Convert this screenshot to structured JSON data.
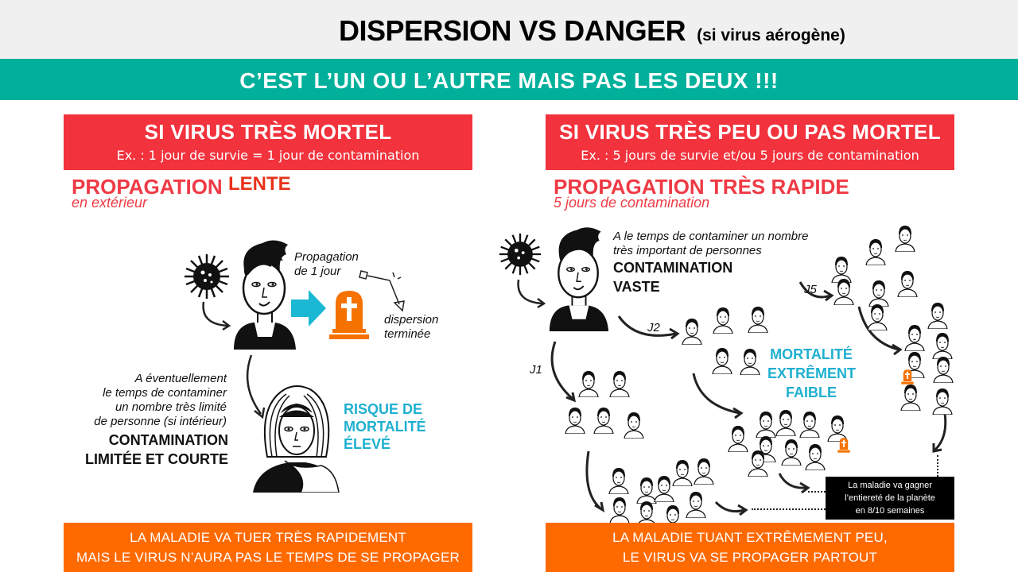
{
  "header": {
    "title": "DISPERSION VS DANGER",
    "subtitle": "(si virus aérogène)",
    "banner": "C’EST L’UN OU L’AUTRE MAIS PAS LES DEUX !!!"
  },
  "left_panel": {
    "heading": "SI VIRUS TRÈS MORTEL",
    "example": "Ex. : 1 jour de survie = 1 jour de contamination",
    "propagation": "PROPAGATION",
    "propagation_speed": "LENTE",
    "propagation_sub": "en extérieur",
    "propagation_note_line1": "Propagation",
    "propagation_note_line2": "de 1 jour",
    "dispersion_line1": "dispersion",
    "dispersion_line2": "terminée",
    "contamination_note": [
      "A éventuellement",
      "le temps de contaminer",
      "un nombre très limité",
      "de personne (si intérieur)"
    ],
    "contamination_bold": [
      "CONTAMINATION",
      "LIMITÉE ET COURTE"
    ],
    "risk": [
      "RISQUE DE",
      "MORTALITÉ",
      "ÉLEVÉ"
    ],
    "footer": [
      "LA MALADIE VA TUER TRÈS RAPIDEMENT",
      "MAIS LE VIRUS N’AURA PAS LE TEMPS DE SE PROPAGER"
    ]
  },
  "right_panel": {
    "heading": "SI VIRUS TRÈS PEU OU PAS MORTEL",
    "example": "Ex. : 5 jours de survie et/ou 5 jours de contamination",
    "propagation": "PROPAGATION TRÈS RAPIDE",
    "propagation_sub": "5 jours de contamination",
    "contamination_note": [
      "A le temps de contaminer un nombre",
      "très important de personnes"
    ],
    "contamination_bold": [
      "CONTAMINATION",
      "VASTE"
    ],
    "day_labels": [
      "J1",
      "J2",
      "J5"
    ],
    "mortality": [
      "MORTALITÉ",
      "EXTRÊMENT",
      "FAIBLE"
    ],
    "planet_note": [
      "La maladie va gagner",
      "l’entiereté de la planète",
      "en 8/10 semaines"
    ],
    "footer": [
      "LA MALADIE TUANT EXTRÊMEMENT PEU,",
      "LE VIRUS VA SE PROPAGER PARTOUT"
    ]
  },
  "colors": {
    "teal": "#00b09b",
    "red": "#f2323c",
    "orange": "#ff6a00",
    "cyan": "#1fb0d0",
    "header_bg": "#f0f0f0"
  }
}
